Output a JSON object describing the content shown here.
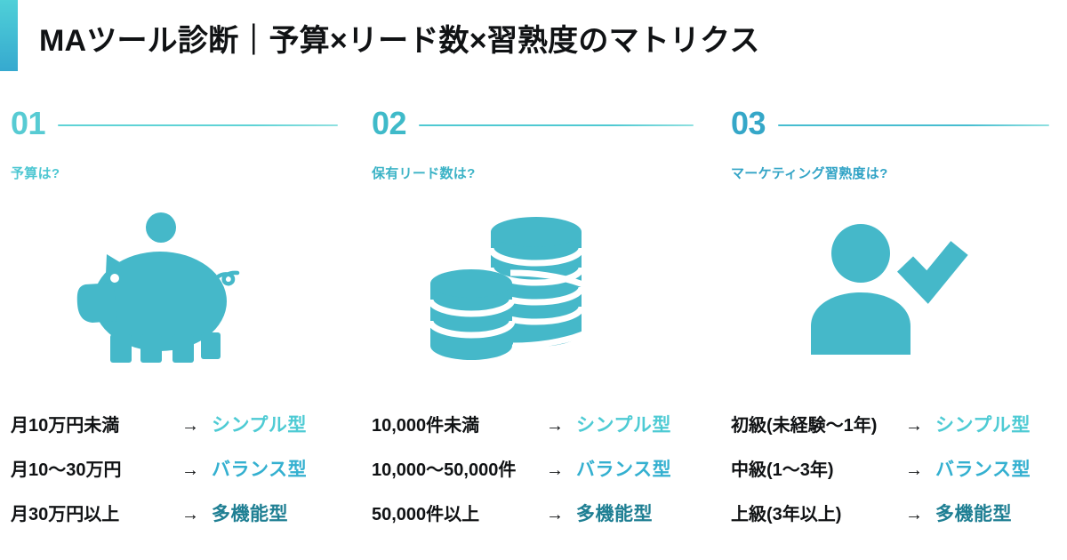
{
  "title": "MAツール診断｜予算×リード数×習熟度のマトリクス",
  "colors": {
    "accent_bar_top": "#4fd0d8",
    "accent_bar_bottom": "#36a9cf",
    "icon_teal": "#45b8c9",
    "num_light": "#57cbd3",
    "num_mid": "#3cb6ca",
    "num_dark": "#35a7c8",
    "result_simple": "#4ecbd4",
    "result_balance": "#34b0d0",
    "result_multi": "#1f7f93",
    "text_dark": "#101214"
  },
  "columns": [
    {
      "number": "01",
      "sub_label": "予算は?",
      "icon": "piggy-bank-icon",
      "num_color": "#57cbd3",
      "sub_color": "#4ec7d2",
      "rule_color": "#5fd3d6",
      "rows": [
        {
          "condition": "月10万円未満",
          "arrow": "→",
          "result": "シンプル型",
          "result_color": "#4ecbd4"
        },
        {
          "condition": "月10〜30万円",
          "arrow": "→",
          "result": "バランス型",
          "result_color": "#34b0d0"
        },
        {
          "condition": "月30万円以上",
          "arrow": "→",
          "result": "多機能型",
          "result_color": "#1f7f93"
        }
      ]
    },
    {
      "number": "02",
      "sub_label": "保有リード数は?",
      "icon": "coin-stacks-icon",
      "num_color": "#3fbac9",
      "sub_color": "#3cb3c6",
      "rule_color": "#4fc9d2",
      "rows": [
        {
          "condition": "10,000件未満",
          "arrow": "→",
          "result": "シンプル型",
          "result_color": "#4ecbd4"
        },
        {
          "condition": "10,000〜50,000件",
          "arrow": "→",
          "result": "バランス型",
          "result_color": "#34b0d0"
        },
        {
          "condition": "50,000件以上",
          "arrow": "→",
          "result": "多機能型",
          "result_color": "#1f7f93"
        }
      ]
    },
    {
      "number": "03",
      "sub_label": "マーケティング習熟度は?",
      "icon": "person-check-icon",
      "num_color": "#35a7c8",
      "sub_color": "#33a4c6",
      "rule_color": "#46bdd0",
      "rows": [
        {
          "condition": "初級(未経験〜1年)",
          "arrow": "→",
          "result": "シンプル型",
          "result_color": "#4ecbd4"
        },
        {
          "condition": "中級(1〜3年)",
          "arrow": "→",
          "result": "バランス型",
          "result_color": "#34b0d0"
        },
        {
          "condition": "上級(3年以上)",
          "arrow": "→",
          "result": "多機能型",
          "result_color": "#1f7f93"
        }
      ]
    }
  ]
}
